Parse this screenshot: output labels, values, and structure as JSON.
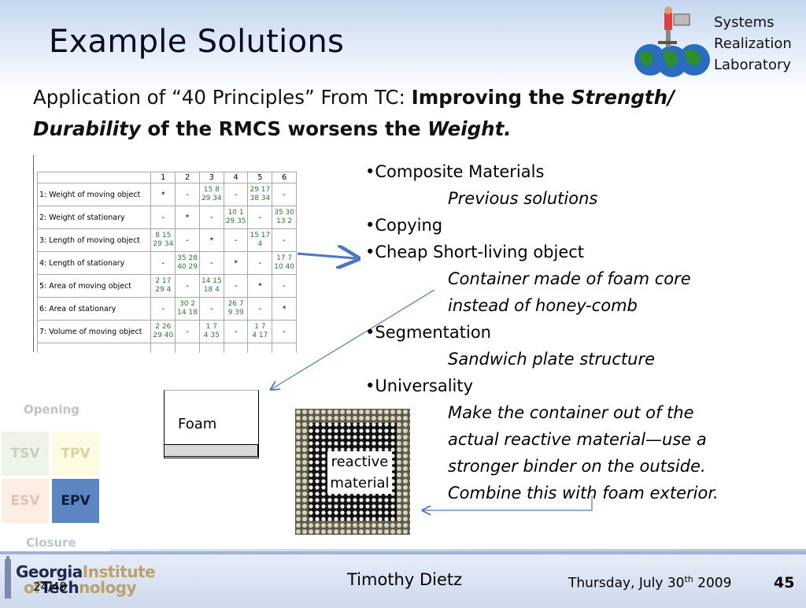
{
  "slide": {
    "title": "Example Solutions",
    "lab_name": [
      "Systems",
      "Realization",
      "Laboratory"
    ],
    "subtitle": {
      "prefix": "Application of “40 Principles” From TC: ",
      "bold1": "Improving the ",
      "italic_bold1": "Strength/",
      "italic_bold2": "Durability",
      "bold2": " of the RMCS worsens the ",
      "italic_bold3": "Weight."
    }
  },
  "matrix": {
    "columns": [
      "1",
      "2",
      "3",
      "4",
      "5",
      "6"
    ],
    "rows": [
      {
        "label": "1: Weight of moving object",
        "cells": [
          "*",
          "-",
          "15 8\n29 34",
          "-",
          "29 17\n38 34",
          "-"
        ]
      },
      {
        "label": "2: Weight of stationary",
        "cells": [
          "-",
          "*",
          "-",
          "10 1\n29 35",
          "-",
          "35 30\n13 2"
        ]
      },
      {
        "label": "3: Length of moving object",
        "cells": [
          "8 15\n29 34",
          "-",
          "*",
          "-",
          "15 17\n4",
          "-"
        ]
      },
      {
        "label": "4: Length of stationary",
        "cells": [
          "-",
          "35 28\n40 29",
          "-",
          "*",
          "-",
          "17 7\n10 40"
        ]
      },
      {
        "label": "5: Area of moving object",
        "cells": [
          "2 17\n29 4",
          "-",
          "14 15\n18 4",
          "-",
          "*",
          "-"
        ]
      },
      {
        "label": "6: Area of stationary",
        "cells": [
          "-",
          "30 2\n14 18",
          "-",
          "26 7\n9 39",
          "-",
          "*"
        ]
      },
      {
        "label": "7: Volume of moving object",
        "cells": [
          "2 26\n29 40",
          "-",
          "1 7\n4 35",
          "-",
          "1 7\n4 17",
          "-"
        ]
      },
      {
        "label": "",
        "cells": [
          "",
          "",
          "",
          "",
          "",
          ""
        ]
      }
    ]
  },
  "solutions": [
    {
      "bullet": "•Composite Materials",
      "details": [
        "Previous solutions"
      ]
    },
    {
      "bullet": "•Copying",
      "details": []
    },
    {
      "bullet": "•Cheap Short-living object",
      "details": [
        "Container made of foam core",
        "instead of honey-comb"
      ]
    },
    {
      "bullet": "•Segmentation",
      "details": [
        "Sandwich plate structure"
      ]
    },
    {
      "bullet": "•Universality",
      "details": [
        "Make the container out of the",
        "actual reactive material—use a",
        "stronger binder on the outside.",
        "Combine this with foam exterior."
      ]
    }
  ],
  "diagrams": {
    "foam_label": "Foam",
    "reactive_label_1": "reactive",
    "reactive_label_2": "material"
  },
  "phase_map": {
    "opening": "Opening",
    "closure": "Closure",
    "tsv": "TSV",
    "tpv": "TPV",
    "esv": "ESV",
    "epv": "EPV"
  },
  "footer": {
    "author": "Timothy Dietz",
    "date_prefix": "Thursday, July 30",
    "date_sup": "th",
    "date_suffix": " 2009",
    "page_number": "45",
    "slide_id": "24/49",
    "institution_1": "Georgia",
    "institution_2": "Institute",
    "institution_3": "of",
    "institution_4": "Tech",
    "institution_5": "nology"
  },
  "colors": {
    "accent": "#5b86c2",
    "arrow": "#4a78c0",
    "table_numbers": "#2c7a2c"
  }
}
